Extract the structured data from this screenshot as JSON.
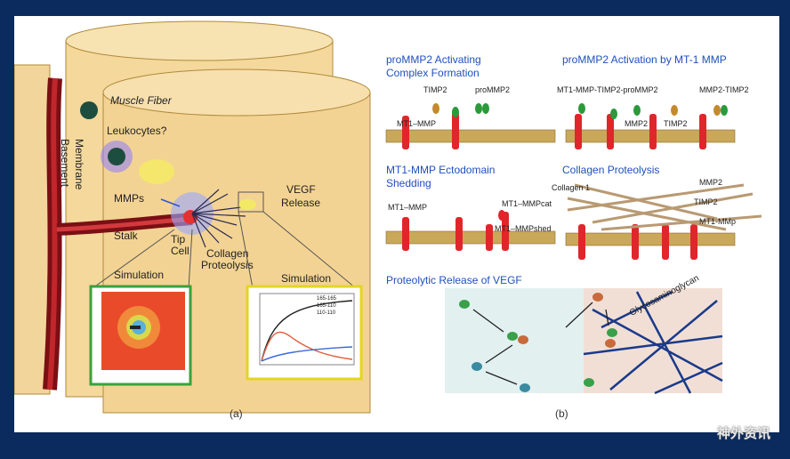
{
  "panel_a": {
    "muscle_fiber": "Muscle Fiber",
    "basement_membrane_1": "Basement",
    "basement_membrane_2": "Membrane",
    "leukocytes": "Leukocytes?",
    "mmps": "MMPs",
    "stalk": "Stalk",
    "tip_1": "Tip",
    "tip_2": "Cell",
    "collagen_1": "Collagen",
    "collagen_2": "Proteolysis",
    "vegf_1": "VEGF",
    "vegf_2": "Release",
    "simulation_left": "Simulation",
    "simulation_right": "Simulation",
    "plot_legend": [
      "165-165",
      "165-110",
      "110-110"
    ],
    "caption": "(a)"
  },
  "panel_b": {
    "title_activating_1": "proMMP2 Activating",
    "title_activating_2": "Complex Formation",
    "title_activation_mt1": "proMMP2 Activation by MT-1 MMP",
    "title_shedding_1": "MT1-MMP Ectodomain",
    "title_shedding_2": "Shedding",
    "title_collagen": "Collagen Proteolysis",
    "title_vegf": "Proteolytic Release of VEGF",
    "timp2": "TIMP2",
    "prommp2": "proMMP2",
    "mt1mmp": "MT1–MMP",
    "complex": "MT1-MMP-TIMP2-proMMP2",
    "mmp2_timp2": "MMP2-TIMP2",
    "mmp2": "MMP2",
    "timp2_b": "TIMP2",
    "mt1mmp_shed_left": "MT1–MMP",
    "mt1mmp_cat": "MT1–MMPcat",
    "mt1mmp_shed": "MT1–MMPshed",
    "collagen1": "Collagen 1",
    "coll_mmp2": "MMP2",
    "coll_timp2": "TIMP2",
    "coll_mt1": "MT1-MMp",
    "glyco": "Glycosaminoglycan",
    "caption": "(b)"
  },
  "watermark": "神外资讯"
}
